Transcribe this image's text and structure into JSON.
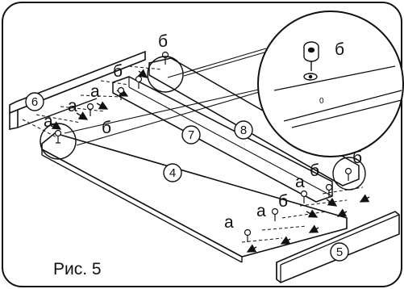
{
  "figure": {
    "caption": "Рис. 5"
  },
  "parts": {
    "p4": "4",
    "p5": "5",
    "p6": "6",
    "p7": "7",
    "p8": "8"
  },
  "fasteners": {
    "a": "а",
    "b": "б"
  }
}
